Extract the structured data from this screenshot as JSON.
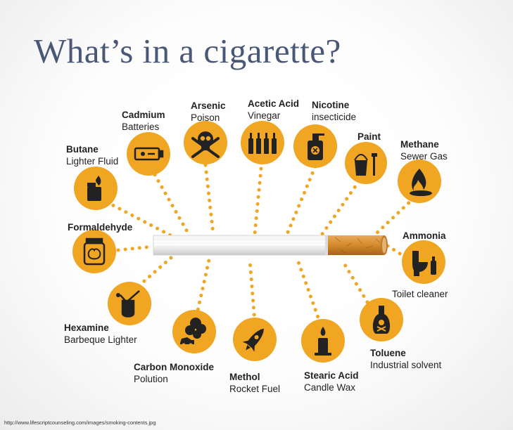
{
  "title": "What’s in a cigarette?",
  "source": "http://www.lifescriptcounseling.com/images/smoking-contents.jpg",
  "colors": {
    "circle": "#f0a623",
    "icon": "#222222",
    "dots": "#f0a623",
    "title": "#4a5878",
    "filter": "#d38a2c"
  },
  "ingredients": [
    {
      "key": "cadmium",
      "name": "Cadmium",
      "use": "Batteries",
      "icon": "battery-icon"
    },
    {
      "key": "arsenic",
      "name": "Arsenic",
      "use": "Poison",
      "icon": "skull-crossbones-icon"
    },
    {
      "key": "acetic",
      "name": "Acetic Acid",
      "use": "Vinegar",
      "icon": "bottles-icon"
    },
    {
      "key": "nicotine",
      "name": "Nicotine",
      "use": "insecticide",
      "icon": "spray-bottle-icon"
    },
    {
      "key": "paint",
      "name": "Paint",
      "use": "",
      "icon": "paint-bucket-icon"
    },
    {
      "key": "methane",
      "name": "Methane",
      "use": "Sewer Gas",
      "icon": "flame-icon"
    },
    {
      "key": "butane",
      "name": "Butane",
      "use": "Lighter Fluid",
      "icon": "lighter-icon"
    },
    {
      "key": "formaldehyde",
      "name": "Formaldehyde",
      "use": "",
      "icon": "brain-jar-icon"
    },
    {
      "key": "ammonia",
      "name": "Ammonia",
      "use": "Toilet cleaner",
      "icon": "toilet-icon"
    },
    {
      "key": "hexamine",
      "name": "Hexamine",
      "use": "Barbeque Lighter",
      "icon": "torch-icon"
    },
    {
      "key": "co",
      "name": "Carbon Monoxide",
      "use": "Polution",
      "icon": "car-smoke-icon"
    },
    {
      "key": "methol",
      "name": "Methol",
      "use": "Rocket Fuel",
      "icon": "rocket-icon"
    },
    {
      "key": "stearic",
      "name": "Stearic Acid",
      "use": "Candle Wax",
      "icon": "candle-icon"
    },
    {
      "key": "toluene",
      "name": "Toluene",
      "use": "Industrial solvent",
      "icon": "poison-bottle-icon"
    }
  ]
}
